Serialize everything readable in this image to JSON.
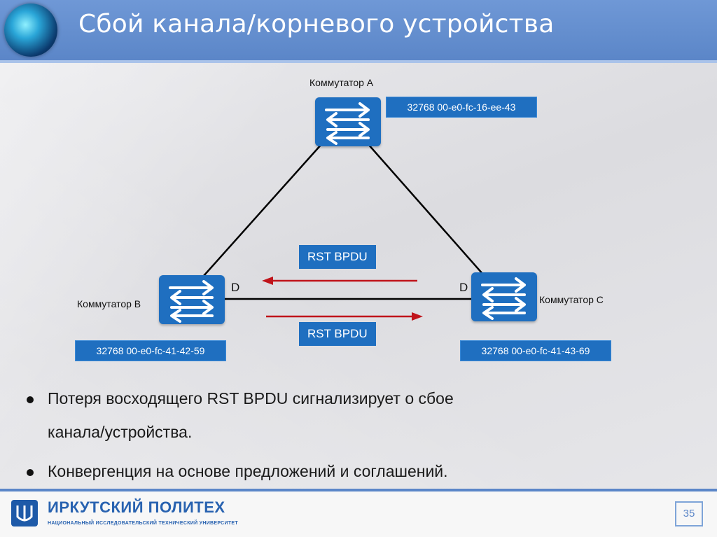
{
  "header": {
    "title": "Сбой канала/корневого устройства"
  },
  "diagram": {
    "switches": {
      "a": {
        "label": "Коммутатор A",
        "id": "32768 00-e0-fc-16-ee-43"
      },
      "b": {
        "label": "Коммутатор B",
        "id": "32768 00-e0-fc-41-42-59"
      },
      "c": {
        "label": "Коммутатор C",
        "id": "32768 00-e0-fc-41-43-69"
      }
    },
    "port_roles": {
      "b": "D",
      "c": "D"
    },
    "messages": {
      "top": "RST BPDU",
      "bottom": "RST BPDU"
    },
    "colors": {
      "switch": "#1f6fc0",
      "arrow": "#c0141b",
      "link": "#000000"
    }
  },
  "bullets": [
    {
      "text_line1": "Потеря восходящего RST BPDU сигнализирует о сбое",
      "text_line2": "канала/устройства."
    },
    {
      "text_line1": "Конвергенция на основе предложений и соглашений."
    }
  ],
  "footer": {
    "org_name": "ИРКУТСКИЙ ПОЛИТЕХ",
    "org_subtitle": "НАЦИОНАЛЬНЫЙ ИССЛЕДОВАТЕЛЬСКИЙ ТЕХНИЧЕСКИЙ УНИВЕРСИТЕТ",
    "page_number": "35"
  }
}
